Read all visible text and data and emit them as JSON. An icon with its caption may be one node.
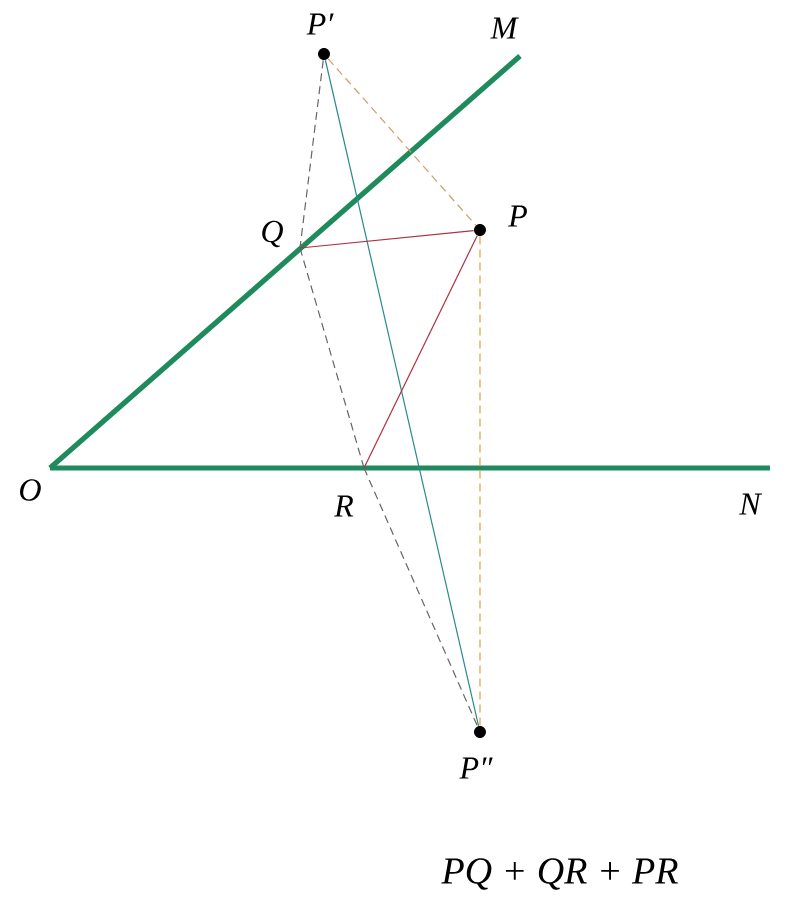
{
  "diagram": {
    "caption": "PQ + QR + PR",
    "nodes": [
      {
        "text": [],
        "shape": "dot",
        "beside": [
          "P′"
        ]
      },
      {
        "text": [],
        "shape": "point",
        "beside": [
          "M"
        ]
      },
      {
        "text": [],
        "shape": "point",
        "beside": [
          "Q"
        ]
      },
      {
        "text": [],
        "shape": "dot",
        "beside": [
          "P"
        ]
      },
      {
        "text": [],
        "shape": "point",
        "beside": [
          "O"
        ]
      },
      {
        "text": [],
        "shape": "point",
        "beside": [
          "R"
        ]
      },
      {
        "text": [],
        "shape": "point",
        "beside": [
          "N"
        ]
      },
      {
        "text": [],
        "shape": "dot",
        "beside": [
          "P″"
        ]
      }
    ],
    "edges": [
      {
        "from": 4,
        "to": 1,
        "arrow": "none",
        "style": "thick",
        "color": "#1f8a5c"
      },
      {
        "from": 4,
        "to": 6,
        "arrow": "none",
        "style": "thick",
        "color": "#1f8a5c"
      },
      {
        "from": 0,
        "to": 3,
        "arrow": "none",
        "style": "dashed",
        "color": "#c8a070"
      },
      {
        "from": 3,
        "to": 7,
        "arrow": "none",
        "style": "dashed",
        "color": "#e0a040"
      },
      {
        "from": 0,
        "to": 2,
        "arrow": "none",
        "style": "dashed",
        "color": "#666666"
      },
      {
        "from": 2,
        "to": 5,
        "arrow": "none",
        "style": "dashed",
        "color": "#666666"
      },
      {
        "from": 5,
        "to": 7,
        "arrow": "none",
        "style": "dashed",
        "color": "#666666"
      },
      {
        "from": 0,
        "to": 7,
        "arrow": "none",
        "color": "#2a8a8a"
      },
      {
        "from": 2,
        "to": 3,
        "arrow": "none",
        "color": "#b03040"
      },
      {
        "from": 3,
        "to": 5,
        "arrow": "none",
        "color": "#b03040"
      }
    ]
  }
}
